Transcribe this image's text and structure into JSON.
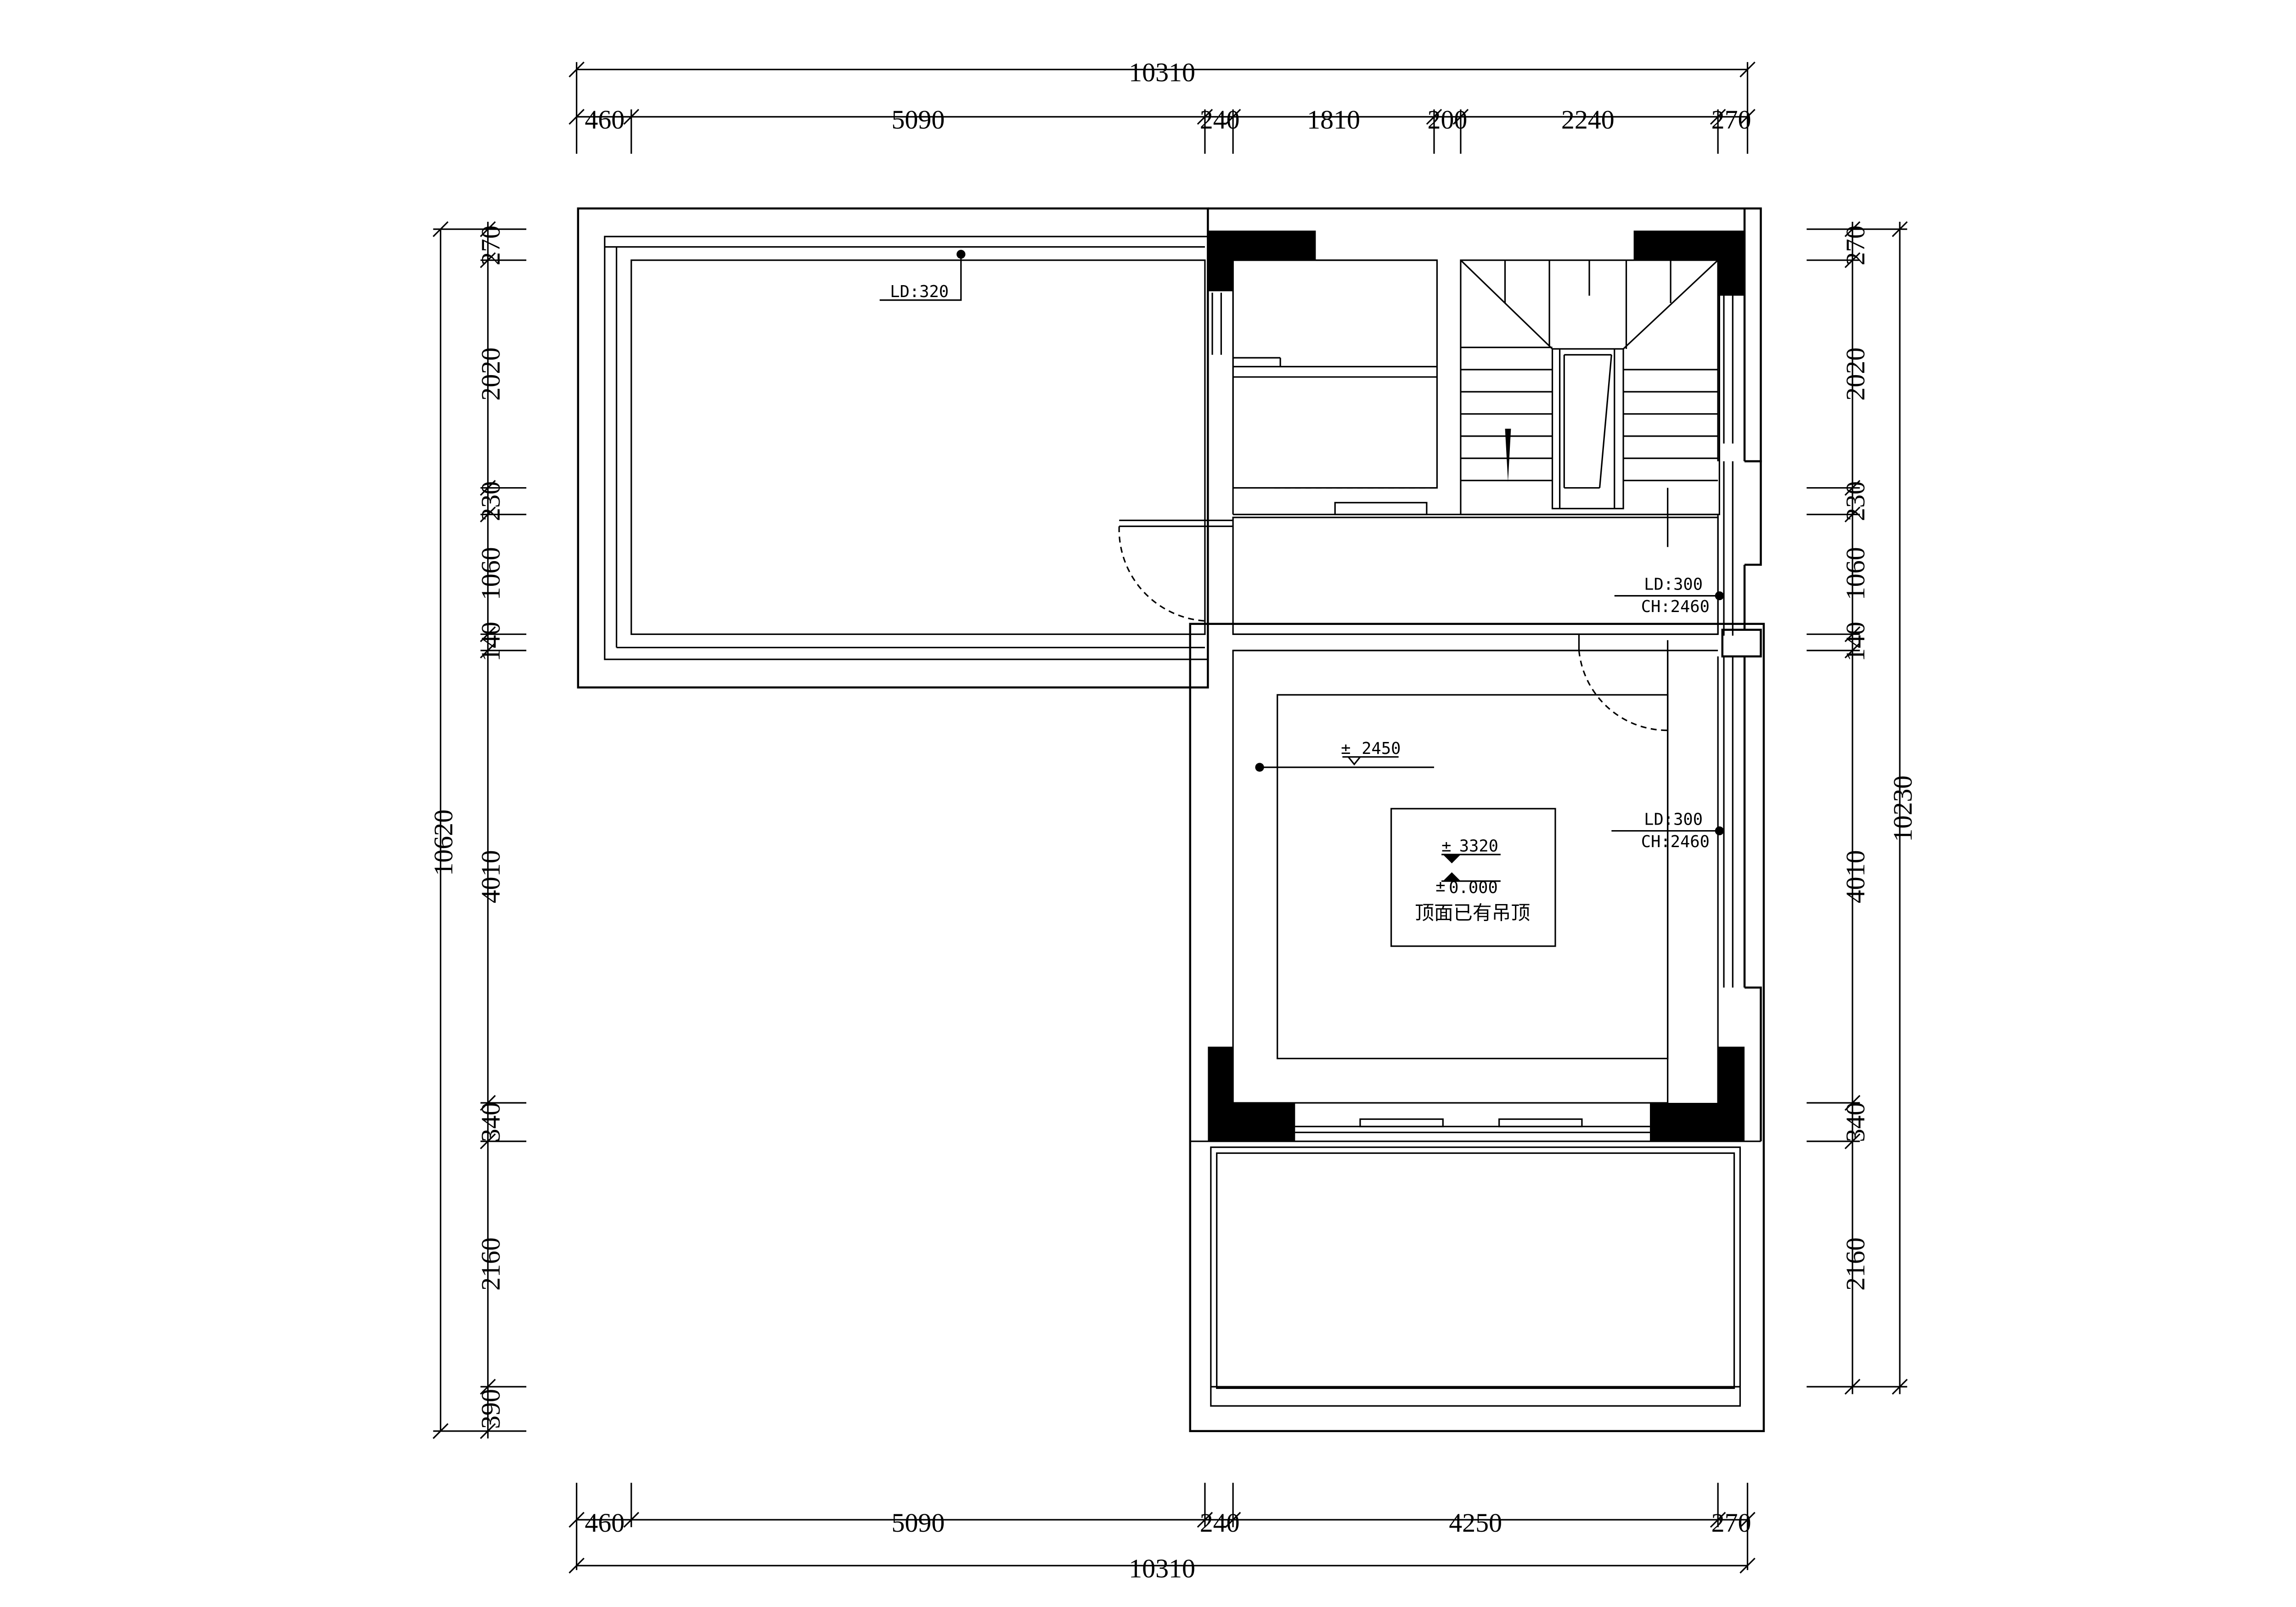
{
  "dimensions": {
    "top_total": "10310",
    "top_segments": [
      "460",
      "5090",
      "240",
      "1810",
      "200",
      "2240",
      "270"
    ],
    "bottom_segments": [
      "460",
      "5090",
      "240",
      "4250",
      "270"
    ],
    "bottom_total": "10310",
    "left_total": "10620",
    "left_segments": [
      "270",
      "2020",
      "230",
      "1060",
      "140",
      "4010",
      "340",
      "2160",
      "390"
    ],
    "right_segments": [
      "270",
      "2020",
      "230",
      "1060",
      "140",
      "4010",
      "340",
      "2160"
    ],
    "right_total": "10230"
  },
  "annotations": {
    "ld_320": "LD:320",
    "ld_300_upper": "LD:300",
    "ch_2460_upper": "CH:2460",
    "ld_300_lower": "LD:300",
    "ch_2460_lower": "CH:2460",
    "level_2450": "2450",
    "level_3320": "3320",
    "level_zero": "0.000",
    "level_pm_a": "±",
    "level_pm_b": "±",
    "level_pm_c": "±",
    "ceiling_note": "顶面已有吊顶"
  }
}
